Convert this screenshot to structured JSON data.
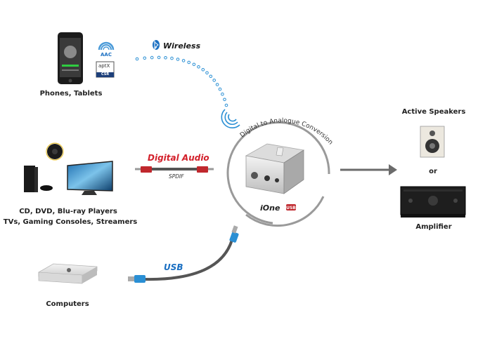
{
  "labels": {
    "wireless": "Wireless",
    "phones_tablets": "Phones, Tablets",
    "aac": "AAC",
    "aptx": "aptX",
    "csr": "CSR",
    "digital_audio": "Digital Audio",
    "spdif": "SPDIF",
    "cd_players_line1": "CD, DVD, Blu-ray Players",
    "cd_players_line2": "TVs, Gaming Consoles, Streamers",
    "usb": "USB",
    "computers": "Computers",
    "conversion": "Digital to Analogue Conversion",
    "product": "iOne",
    "product_badge": "USB",
    "active_speakers": "Active Speakers",
    "or": "or",
    "amplifier": "Amplifier"
  },
  "colors": {
    "wireless_dots": "#2a8fd4",
    "digital_red": "#d3202b",
    "usb_blue": "#1a6fc2",
    "arrow_gray": "#6b6b6b",
    "circle_gray": "#9a9a9a"
  },
  "icons": [
    "bluetooth-icon",
    "smartphone-icon",
    "aac-logo-icon",
    "aptx-logo-icon",
    "chromecast-icon",
    "game-console-icon",
    "tv-icon",
    "mac-mini-icon",
    "dac-device-icon",
    "speaker-icon",
    "amplifier-icon"
  ]
}
